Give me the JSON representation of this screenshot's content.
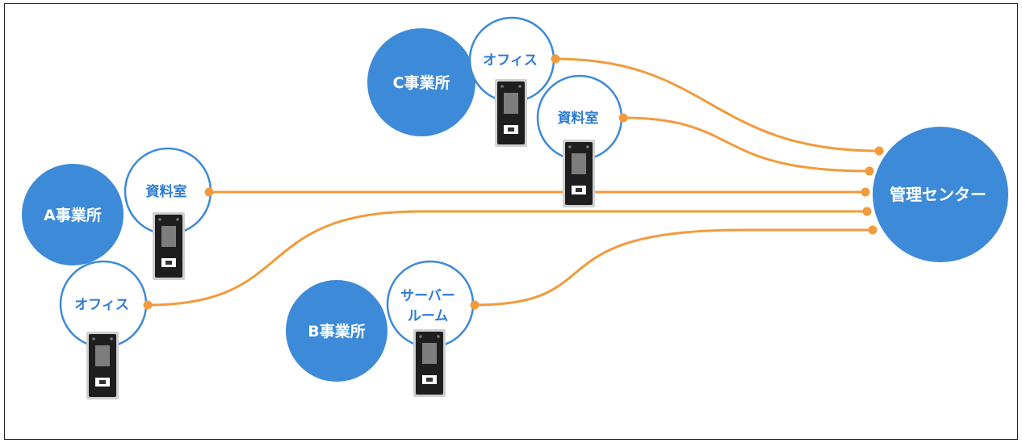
{
  "colors": {
    "office_fill": "#3d8ad8",
    "room_stroke": "#3d8ad8",
    "link": "#f39a3c",
    "device_body": "#1e1e1e",
    "device_frame": "#c9c9c9"
  },
  "center": {
    "label": "管理センター"
  },
  "offices": {
    "a": {
      "label": "A事業所"
    },
    "b": {
      "label": "B事業所"
    },
    "c": {
      "label": "C事業所"
    }
  },
  "rooms": {
    "a_archive": {
      "label": "資料室"
    },
    "a_office": {
      "label": "オフィス"
    },
    "b_server": {
      "label_line1": "サーバー",
      "label_line2": "ルーム"
    },
    "c_office": {
      "label": "オフィス"
    },
    "c_archive": {
      "label": "資料室"
    }
  },
  "device_icon": "access-terminal-icon"
}
